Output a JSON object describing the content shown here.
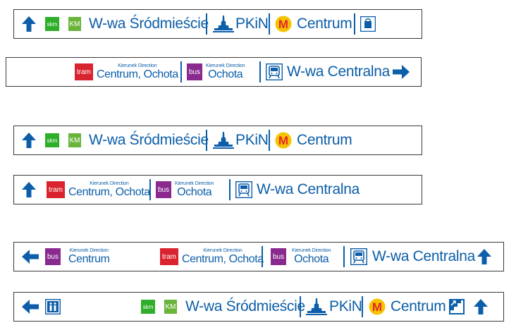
{
  "colors": {
    "blue": "#0c5ea8",
    "skm_green": "#2fae2a",
    "km_green": "#6ab43a",
    "tram_red": "#d9232e",
    "bus_purple": "#8a2a8e",
    "metro_red": "#e3262c",
    "metro_yellow": "#f5c400"
  },
  "labels": {
    "skm": "skm",
    "km": "KM",
    "tram": "tram",
    "bus": "bus",
    "metro_letter": "M",
    "direction": "Kierunek Direction",
    "srodmiescie": "W-wa Śródmieście",
    "pkin": "PKiN",
    "centrum": "Centrum",
    "centrum_ochota": "Centrum, Ochota",
    "ochota": "Ochota",
    "centralna": "W-wa Centralna"
  },
  "icons": [
    "arrow-up-icon",
    "arrow-right-icon",
    "arrow-left-icon",
    "palace-icon",
    "metro-icon",
    "shopping-bag-icon",
    "train-icon",
    "elevator-icon",
    "stairs-icon"
  ]
}
